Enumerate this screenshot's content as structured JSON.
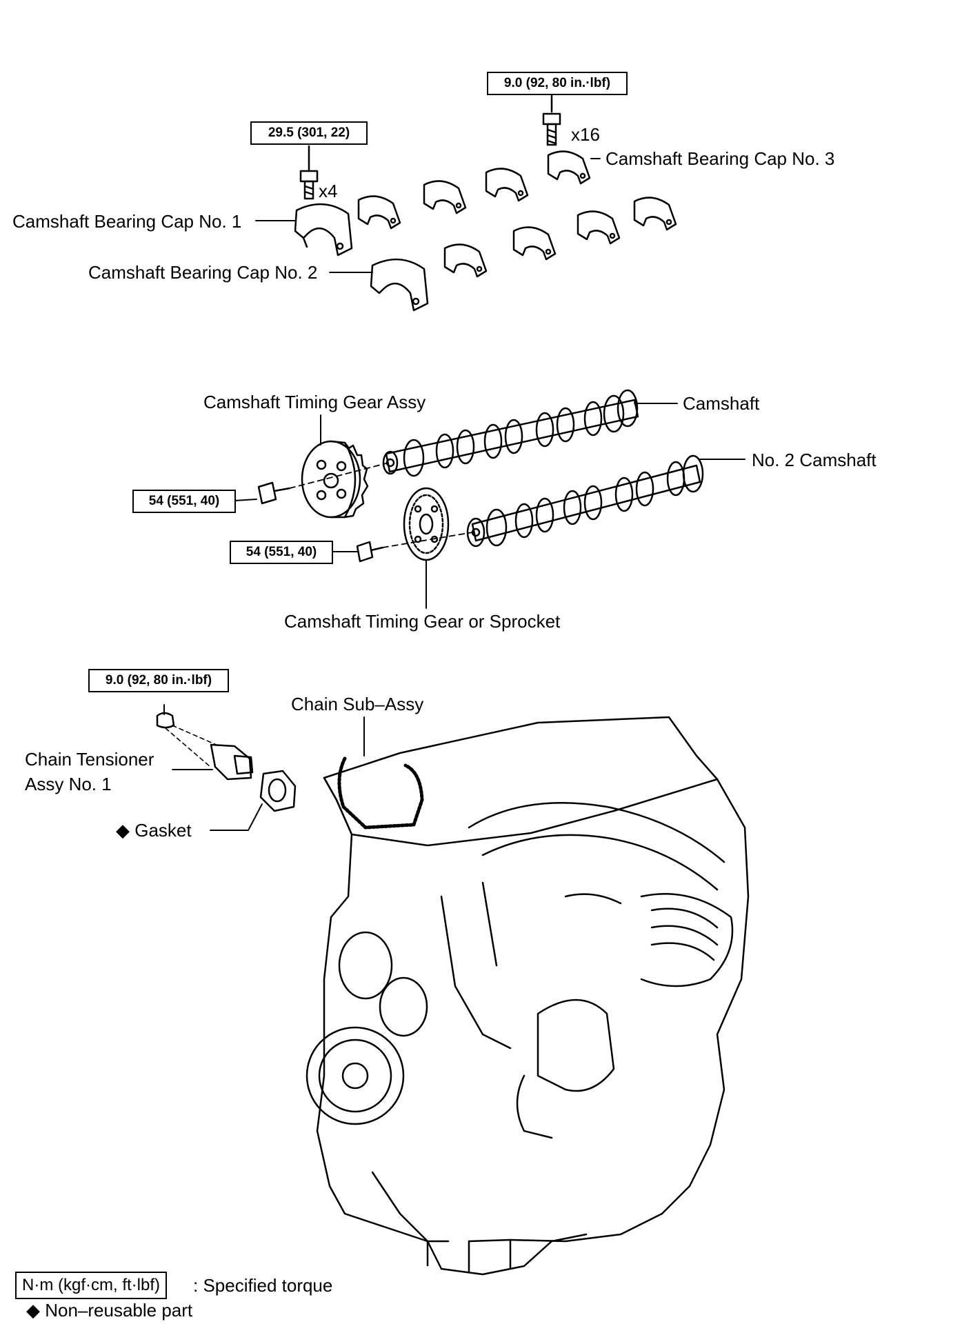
{
  "parts": {
    "bearing_cap_1": "Camshaft Bearing Cap No. 1",
    "bearing_cap_2": "Camshaft Bearing Cap No. 2",
    "bearing_cap_3": "Camshaft Bearing Cap No. 3",
    "timing_gear_assy": "Camshaft Timing Gear Assy",
    "camshaft": "Camshaft",
    "no2_camshaft": "No. 2 Camshaft",
    "timing_gear_sprocket": "Camshaft Timing Gear or Sprocket",
    "chain_sub_assy": "Chain Sub–Assy",
    "tensioner_line1": "Chain Tensioner",
    "tensioner_line2": "Assy No. 1",
    "gasket": "◆ Gasket"
  },
  "torques": {
    "cap3_bolts": "9.0 (92, 80 in.·lbf)",
    "cap1_bolts": "29.5 (301, 22)",
    "timing_gear_bolt": "54 (551, 40)",
    "sprocket_bolt": "54 (551, 40)",
    "tensioner_nut": "9.0 (92, 80 in.·lbf)"
  },
  "quantities": {
    "cap3_bolt_qty": "x16",
    "cap1_bolt_qty": "x4"
  },
  "legend": {
    "unit_box": "N·m (kgf·cm, ft·lbf)",
    "unit_text": ": Specified torque",
    "non_reusable": "◆ Non–reusable part"
  }
}
